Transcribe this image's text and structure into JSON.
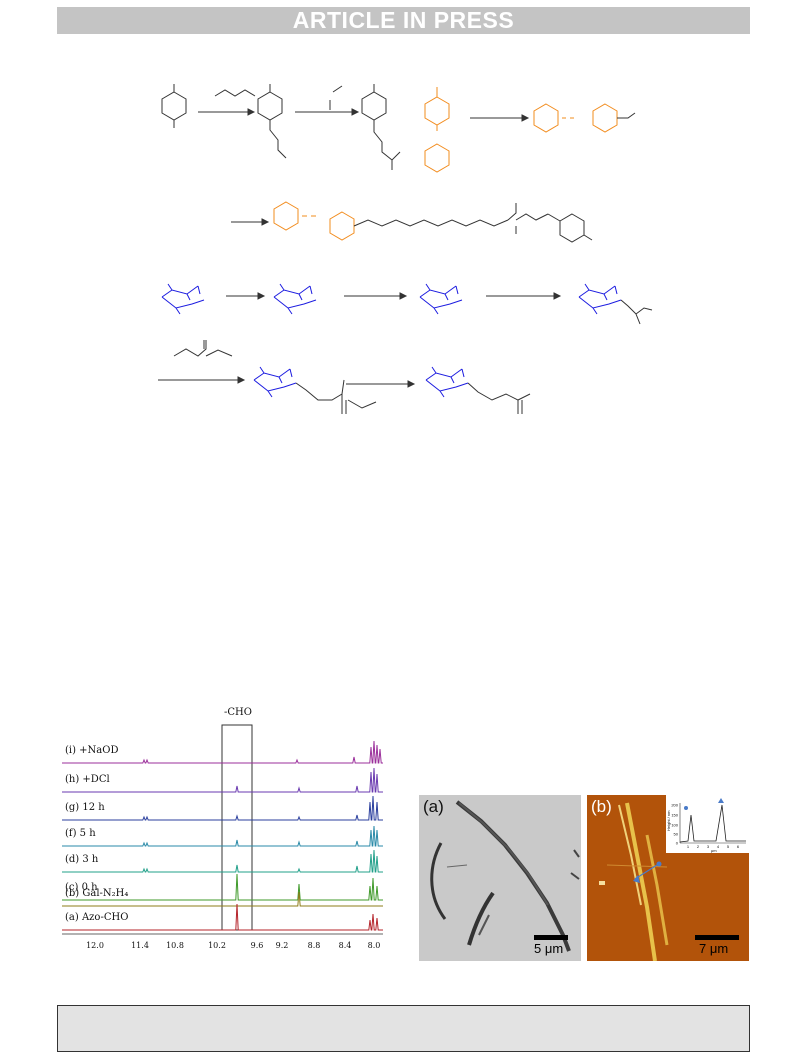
{
  "banner": {
    "text": "ARTICLE IN PRESS"
  },
  "scheme": {
    "colors": {
      "azo_phenyl": "#f28c1e",
      "galactose": "#1c1ce0",
      "line": "#333333"
    }
  },
  "nmr": {
    "spectra": [
      {
        "label": "(i)  +NaOD",
        "color": "#9b2f9b"
      },
      {
        "label": "(h)   +DCl",
        "color": "#6a3ab0"
      },
      {
        "label": "(g)    12 h",
        "color": "#2b3f9e"
      },
      {
        "label": "(f)     5 h",
        "color": "#2a8aa8"
      },
      {
        "label": "(d)     3 h",
        "color": "#22a08a"
      },
      {
        "label": "(c)     0 h",
        "color": "#3f9a2a"
      },
      {
        "label": "(b)  Gal-N₂H₄",
        "color": "#8e7d1a"
      },
      {
        "label": "(a)   Azo-CHO",
        "color": "#b5232a"
      }
    ],
    "box_label": "-CHO",
    "axis_ticks": [
      "12.0",
      "11.4",
      "10.8",
      "10.2",
      "9.6",
      "9.2",
      "8.8",
      "8.4",
      "8.0"
    ]
  },
  "microscopy": {
    "panel_a": {
      "letter": "(a)",
      "scale_label": "5 μm"
    },
    "panel_b": {
      "letter": "(b)",
      "scale_label": "7 μm"
    },
    "inset": {
      "ylabel": "Height / nm",
      "yticks": [
        "200",
        "150",
        "100",
        "50",
        "0"
      ],
      "xticks": [
        "1",
        "2",
        "3",
        "4",
        "5",
        "6"
      ],
      "xlabel": "μm"
    }
  }
}
